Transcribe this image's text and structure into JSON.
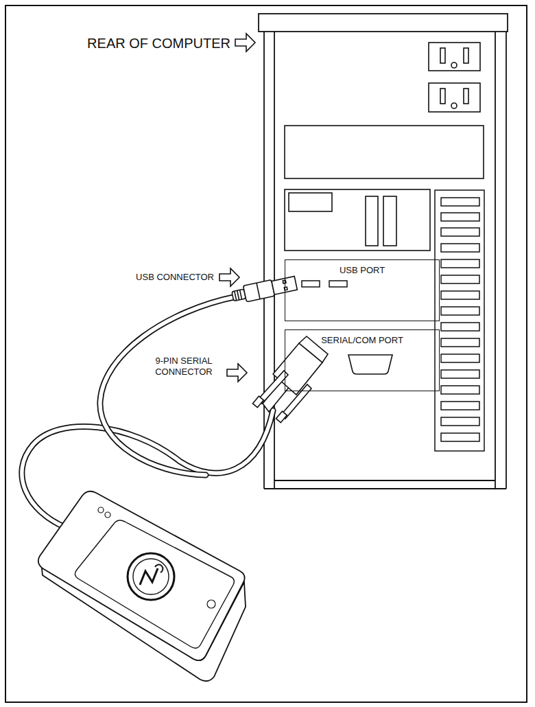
{
  "diagram": {
    "nodes": [
      {
        "text": [
          "USB PORT"
        ]
      },
      {
        "text": [
          "SERIAL/COM PORT"
        ]
      }
    ],
    "labels": [
      "REAR OF COMPUTER",
      "USB CONNECTOR",
      "9-PIN SERIAL CONNECTOR"
    ]
  }
}
